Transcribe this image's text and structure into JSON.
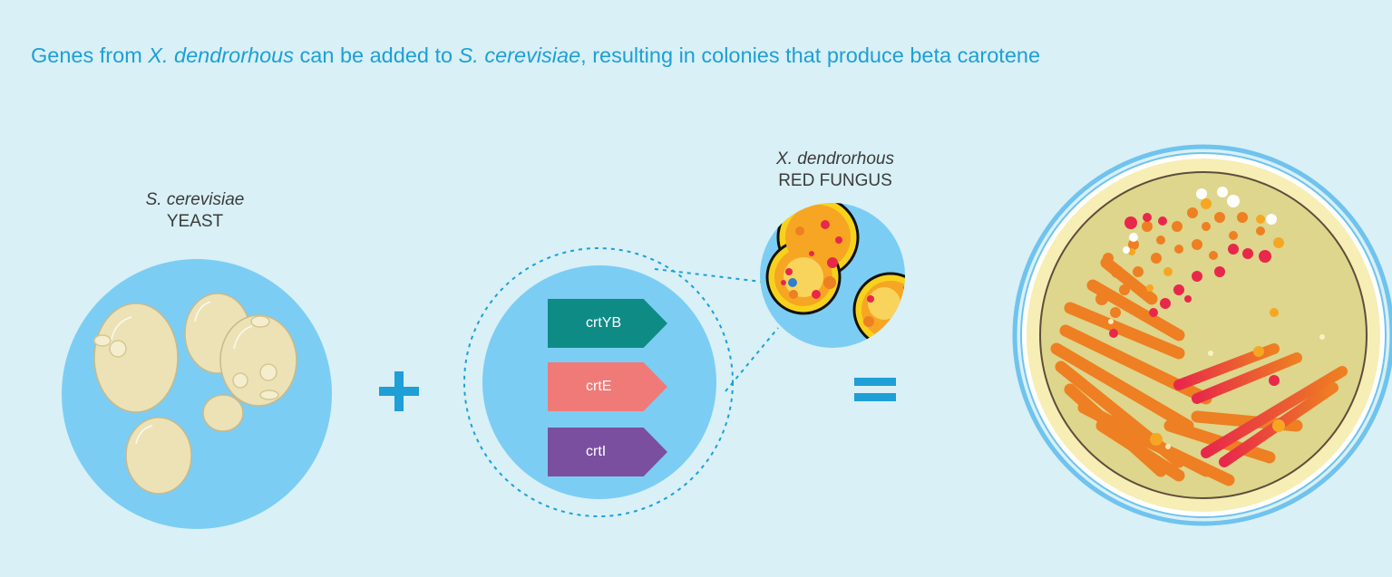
{
  "title": {
    "part1": "Genes from ",
    "organism1": "X. dendrorhous",
    "part2": " can be added to ",
    "organism2": "S. cerevisiae",
    "part3": ", resulting in colonies that produce beta carotene"
  },
  "yeast": {
    "scientific_name": "S. cerevisiae",
    "common_name": "YEAST"
  },
  "fungus": {
    "scientific_name": "X. dendrorhous",
    "common_name": "RED FUNGUS"
  },
  "genes": [
    {
      "label": "crtYB",
      "color": "#0f8b86"
    },
    {
      "label": "crtE",
      "color": "#f07a78"
    },
    {
      "label": "crtI",
      "color": "#7a4fa0"
    }
  ],
  "operators": {
    "plus": "+",
    "equals": "="
  },
  "colors": {
    "background": "#d8f0f6",
    "title": "#1e9fd6",
    "circle_blue": "#7ccdf3",
    "yeast_cell": "#e8dcae",
    "petri_agar": "#ddd68c",
    "colony_orange": "#ee7f22",
    "colony_red": "#e8284a"
  }
}
